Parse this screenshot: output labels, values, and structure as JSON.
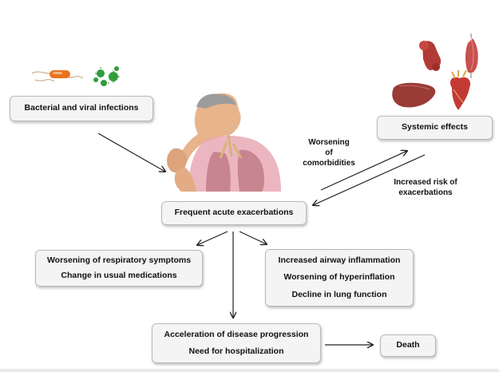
{
  "nodes": {
    "infections": "Bacterial and viral infections",
    "exacerbations": "Frequent acute exacerbations",
    "systemic": "Systemic effects",
    "respiratory": [
      "Worsening of respiratory symptoms",
      "Change in usual medications"
    ],
    "airway": [
      "Increased airway inflammation",
      "Worsening of hyperinflation",
      "Decline in lung function"
    ],
    "progression": [
      "Acceleration of disease progression",
      "Need for hospitalization"
    ],
    "death": "Death"
  },
  "edge_labels": {
    "comorbidities": [
      "Worsening",
      "of",
      "comorbidities"
    ],
    "risk": [
      "Increased risk of",
      "exacerbations"
    ]
  },
  "icons": [
    "bacterium-icon",
    "virus-icon",
    "coughing-patient-lungs-icon",
    "bone-icon",
    "muscle-icon",
    "liver-icon",
    "heart-icon"
  ],
  "colors": {
    "box_fill": "#f4f4f4",
    "box_border": "#b9b9b9",
    "arrow": "#222222",
    "virus": "#2e9e3a",
    "bacterium": "#e8731e"
  }
}
